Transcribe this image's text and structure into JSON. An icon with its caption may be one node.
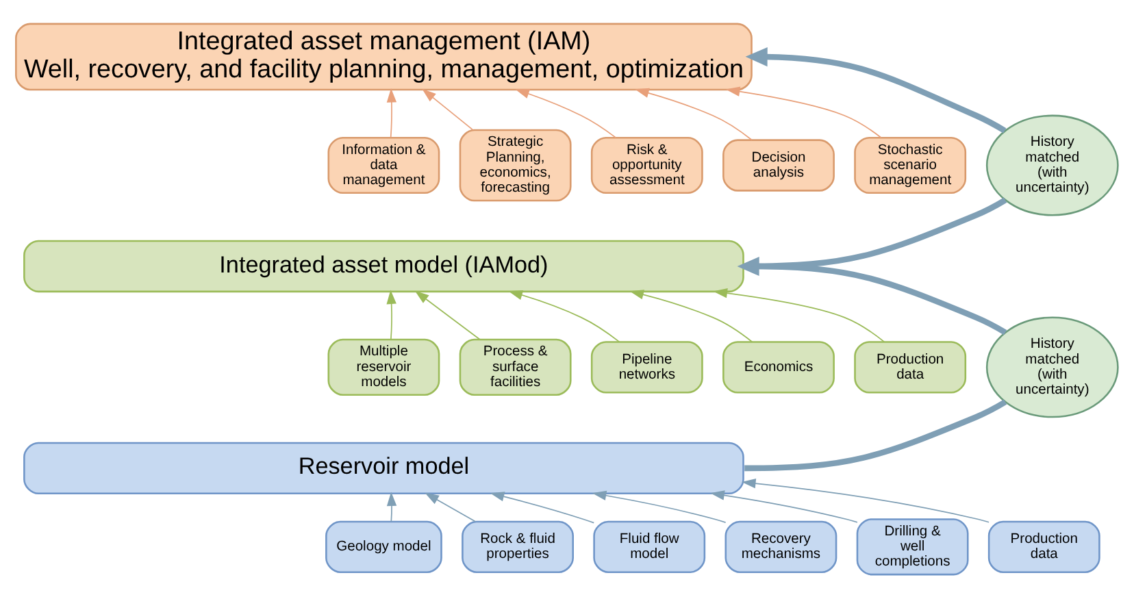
{
  "diagram": {
    "nodes": [
      {
        "text": [
          "Integrated asset management (IAM)",
          "Well, recovery, and facility planning, management, optimization"
        ]
      },
      {
        "text": [
          "Information & data management"
        ]
      },
      {
        "text": [
          "Strategic Planning, economics, forecasting"
        ]
      },
      {
        "text": [
          "Risk & opportunity assessment"
        ]
      },
      {
        "text": [
          "Decision analysis"
        ]
      },
      {
        "text": [
          "Stochastic scenario management"
        ]
      },
      {
        "text": [
          "Integrated asset model (IAMod)"
        ]
      },
      {
        "text": [
          "Multiple reservoir models"
        ]
      },
      {
        "text": [
          "Process & surface facilities"
        ]
      },
      {
        "text": [
          "Pipeline networks"
        ]
      },
      {
        "text": [
          "Economics"
        ]
      },
      {
        "text": [
          "Production data"
        ]
      },
      {
        "text": [
          "Reservoir model"
        ]
      },
      {
        "text": [
          "Geology model"
        ]
      },
      {
        "text": [
          "Rock & fluid properties"
        ]
      },
      {
        "text": [
          "Fluid flow model"
        ]
      },
      {
        "text": [
          "Recovery mechanisms"
        ]
      },
      {
        "text": [
          "Drilling & well completions"
        ]
      },
      {
        "text": [
          "Production data"
        ]
      },
      {
        "text": [
          "History matched (with uncertainty)"
        ]
      },
      {
        "text": [
          "History matched (with uncertainty)"
        ]
      }
    ],
    "edges": [
      {
        "from": 1,
        "to": 0,
        "arrow": "to",
        "color": "#e8a07a"
      },
      {
        "from": 2,
        "to": 0,
        "arrow": "to",
        "color": "#e8a07a"
      },
      {
        "from": 3,
        "to": 0,
        "arrow": "to",
        "color": "#e8a07a"
      },
      {
        "from": 4,
        "to": 0,
        "arrow": "to",
        "color": "#e8a07a"
      },
      {
        "from": 5,
        "to": 0,
        "arrow": "to",
        "color": "#e8a07a"
      },
      {
        "from": 7,
        "to": 6,
        "arrow": "to",
        "color": "#9bbb59"
      },
      {
        "from": 8,
        "to": 6,
        "arrow": "to",
        "color": "#9bbb59"
      },
      {
        "from": 9,
        "to": 6,
        "arrow": "to",
        "color": "#9bbb59"
      },
      {
        "from": 10,
        "to": 6,
        "arrow": "to",
        "color": "#9bbb59"
      },
      {
        "from": 11,
        "to": 6,
        "arrow": "to",
        "color": "#9bbb59"
      },
      {
        "from": 13,
        "to": 12,
        "arrow": "to"
      },
      {
        "from": 14,
        "to": 12,
        "arrow": "to"
      },
      {
        "from": 15,
        "to": 12,
        "arrow": "to"
      },
      {
        "from": 16,
        "to": 12,
        "arrow": "to"
      },
      {
        "from": 17,
        "to": 12,
        "arrow": "to"
      },
      {
        "from": 18,
        "to": 12,
        "arrow": "to"
      },
      {
        "from": 6,
        "to": 19,
        "arrow": "none",
        "style": "thick"
      },
      {
        "from": 19,
        "to": 0,
        "arrow": "to",
        "style": "thick"
      },
      {
        "from": 12,
        "to": 20,
        "arrow": "none",
        "style": "thick"
      },
      {
        "from": 20,
        "to": 6,
        "arrow": "to",
        "style": "thick"
      }
    ]
  }
}
